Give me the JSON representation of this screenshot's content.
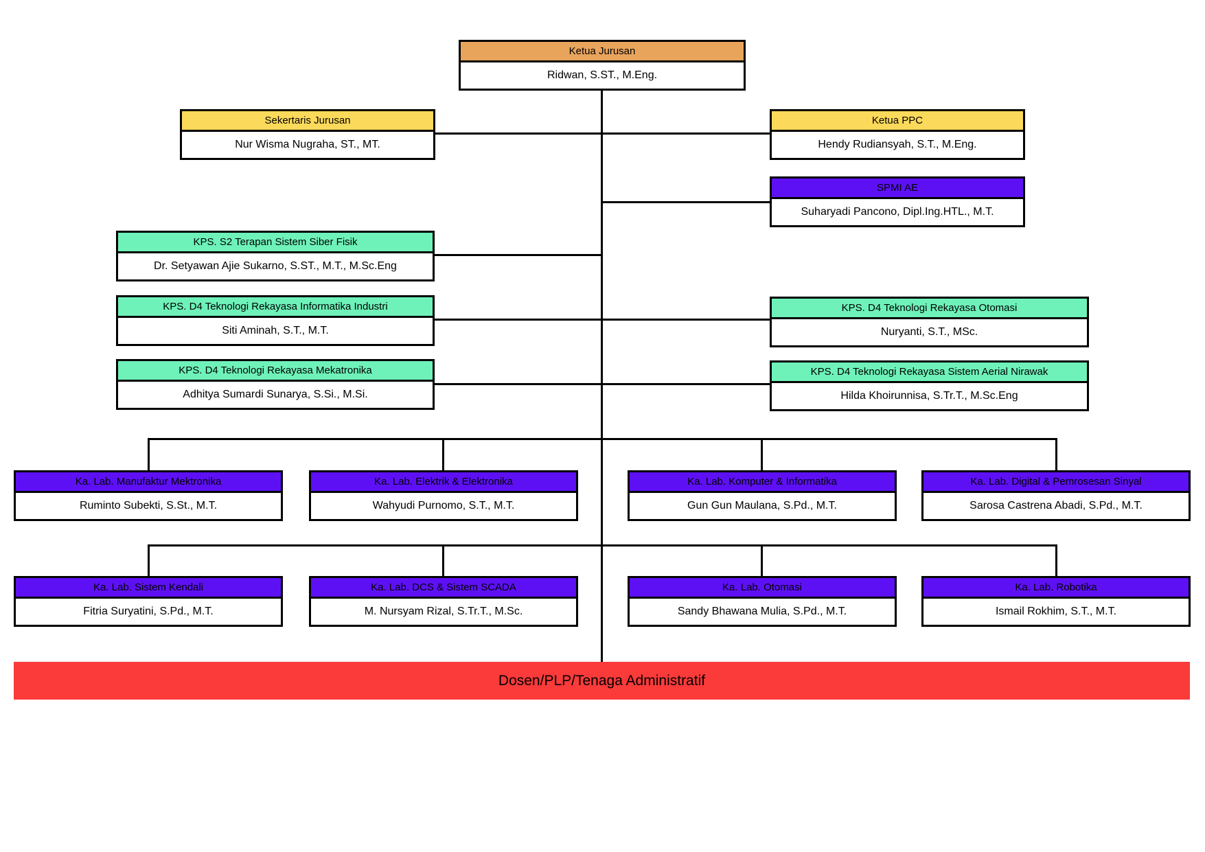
{
  "colors": {
    "orange": "#E9A45C",
    "yellow": "#FBD95A",
    "purple": "#5E10F5",
    "green": "#6EF2B9",
    "red": "#FB3A3A",
    "line": "#000000"
  },
  "nodes": {
    "ketua_jurusan": {
      "title": "Ketua Jurusan",
      "person": "Ridwan, S.ST., M.Eng."
    },
    "sekertaris_jurusan": {
      "title": "Sekertaris Jurusan",
      "person": "Nur Wisma Nugraha, ST., MT."
    },
    "ketua_ppc": {
      "title": "Ketua PPC",
      "person": "Hendy Rudiansyah, S.T., M.Eng."
    },
    "spmi_ae": {
      "title": "SPMI AE",
      "person": "Suharyadi Pancono, Dipl.Ing.HTL., M.T."
    },
    "kps_s2_siber_fisik": {
      "title": "KPS. S2 Terapan Sistem Siber Fisik",
      "person": "Dr. Setyawan Ajie Sukarno, S.ST., M.T., M.Sc.Eng"
    },
    "kps_d4_informatika_industri": {
      "title": "KPS. D4 Teknologi Rekayasa Informatika Industri",
      "person": "Siti Aminah, S.T., M.T."
    },
    "kps_d4_otomasi": {
      "title": "KPS. D4 Teknologi Rekayasa Otomasi",
      "person": "Nuryanti, S.T., MSc."
    },
    "kps_d4_mekatronika": {
      "title": "KPS. D4 Teknologi Rekayasa Mekatronika",
      "person": "Adhitya Sumardi Sunarya, S.Si., M.Si."
    },
    "kps_d4_aerial_nirawak": {
      "title": "KPS. D4 Teknologi Rekayasa Sistem Aerial Nirawak",
      "person": "Hilda Khoirunnisa, S.Tr.T., M.Sc.Eng"
    },
    "lab_manufaktur": {
      "title": "Ka. Lab. Manufaktur Mektronika",
      "person": "Ruminto Subekti, S.St., M.T."
    },
    "lab_elektrik": {
      "title": "Ka. Lab. Elektrik & Elektronika",
      "person": "Wahyudi Purnomo, S.T., M.T."
    },
    "lab_komputer": {
      "title": "Ka. Lab. Komputer & Informatika",
      "person": "Gun Gun Maulana, S.Pd., M.T."
    },
    "lab_digital": {
      "title": "Ka. Lab. Digital & Pemrosesan Sinyal",
      "person": "Sarosa Castrena Abadi, S.Pd., M.T."
    },
    "lab_sistem_kendali": {
      "title": "Ka. Lab. Sistem Kendali",
      "person": "Fitria Suryatini, S.Pd., M.T."
    },
    "lab_dcs_scada": {
      "title": "Ka. Lab. DCS & Sistem SCADA",
      "person": "M. Nursyam Rizal, S.Tr.T., M.Sc."
    },
    "lab_otomasi": {
      "title": "Ka. Lab. Otomasi",
      "person": "Sandy Bhawana Mulia, S.Pd., M.T."
    },
    "lab_robotika": {
      "title": "Ka. Lab. Robotika",
      "person": "Ismail Rokhim, S.T., M.T."
    }
  },
  "banner": {
    "label": "Dosen/PLP/Tenaga Administratif"
  }
}
